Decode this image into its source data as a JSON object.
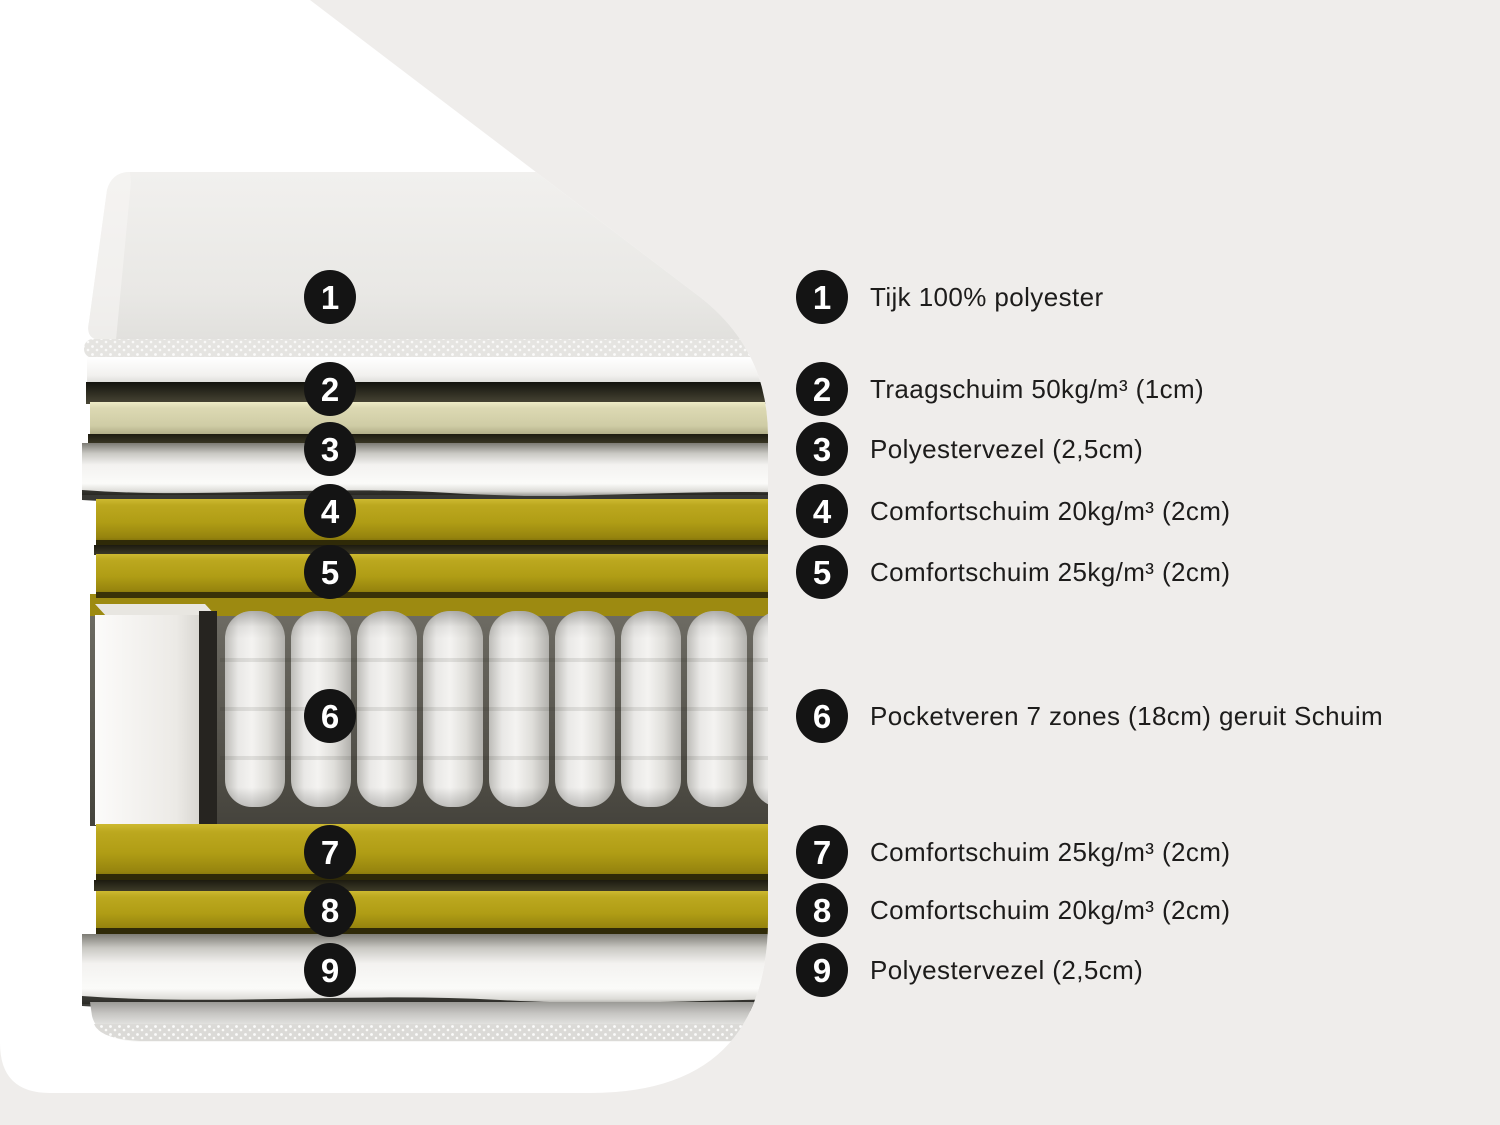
{
  "palette": {
    "background_gray": "#efedeb",
    "surface_white": "#ffffff",
    "marker_black": "#141414",
    "marker_number_white": "#ffffff",
    "foam_yellow": "#b09d15",
    "foam_cream": "#d6d3ac",
    "spring_fabric": "#efeeec",
    "label_text": "#1d1c1b"
  },
  "diagram": {
    "subject": "mattress-layer-cross-section",
    "layer_count": 9
  },
  "legend": {
    "items": [
      {
        "number": "1",
        "label": "Tijk 100% polyester"
      },
      {
        "number": "2",
        "label": "Traagschuim 50kg/m³ (1cm)"
      },
      {
        "number": "3",
        "label": "Polyestervezel (2,5cm)"
      },
      {
        "number": "4",
        "label": "Comfortschuim 20kg/m³ (2cm)"
      },
      {
        "number": "5",
        "label": "Comfortschuim 25kg/m³ (2cm)"
      },
      {
        "number": "6",
        "label": "Pocketveren 7 zones (18cm) geruit Schuim"
      },
      {
        "number": "7",
        "label": "Comfortschuim 25kg/m³ (2cm)"
      },
      {
        "number": "8",
        "label": "Comfortschuim 20kg/m³ (2cm)"
      },
      {
        "number": "9",
        "label": "Polyestervezel (2,5cm)"
      }
    ]
  }
}
